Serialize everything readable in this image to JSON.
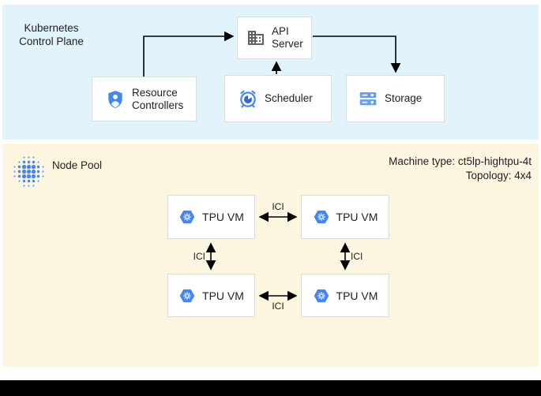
{
  "control_plane": {
    "title": "Kubernetes Control Plane",
    "nodes": {
      "api_server": {
        "label": "API Server",
        "icon": "building-icon"
      },
      "resource_controllers": {
        "label": "Resource Controllers",
        "icon": "shield-user-icon"
      },
      "scheduler": {
        "label": "Scheduler",
        "icon": "alarm-clock-icon"
      },
      "storage": {
        "label": "Storage",
        "icon": "storage-disks-icon"
      }
    }
  },
  "node_pool": {
    "title": "Node Pool",
    "icon": "dots-grid-icon",
    "machine_type": "Machine type: ct5lp-hightpu-4t",
    "topology": "Topology: 4x4",
    "tpu_vm_label": "TPU VM",
    "tpu_icon": "hexagon-gear-icon",
    "ici_label": "ICI"
  },
  "colors": {
    "control_plane_bg": "#E1F3FB",
    "node_pool_bg": "#FCF5DF",
    "accent_blue": "#4285F4",
    "icon_gray": "#616161",
    "box_border": "#DADCE0",
    "arrow": "#000000",
    "bottom_bar": "#000000"
  }
}
